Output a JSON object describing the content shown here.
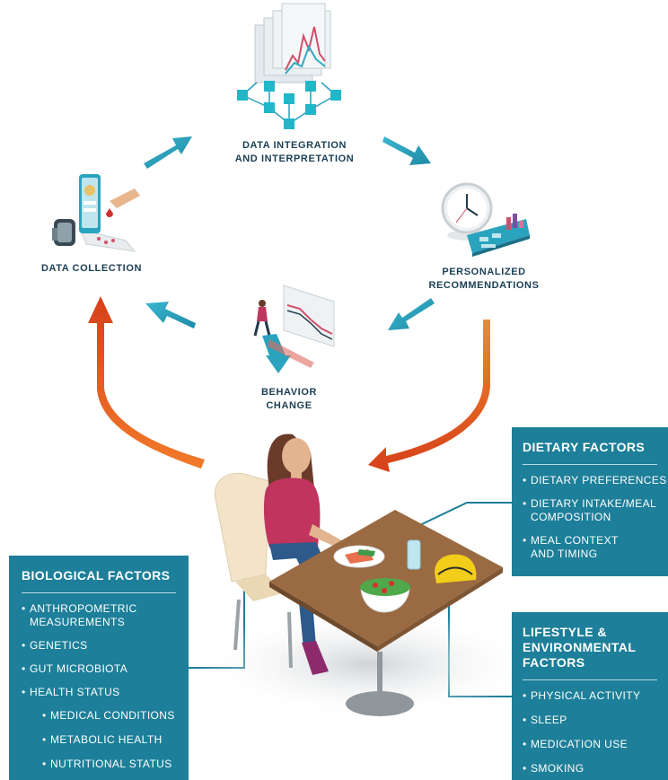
{
  "cycle": {
    "data_integration": "DATA INTEGRATION\nAND INTERPRETATION",
    "personalized": "PERSONALIZED\nRECOMMENDATIONS",
    "behavior": "BEHAVIOR\nCHANGE",
    "data_collection": "DATA COLLECTION"
  },
  "dietary": {
    "title": "DIETARY FACTORS",
    "items": [
      "DIETARY PREFERENCES",
      "DIETARY INTAKE/MEAL\nCOMPOSITION",
      "MEAL CONTEXT\nAND TIMING"
    ]
  },
  "biological": {
    "title": "BIOLOGICAL FACTORS",
    "items": [
      "ANTHROPOMETRIC\nMEASUREMENTS",
      "GENETICS",
      "GUT MICROBIOTA",
      "HEALTH STATUS"
    ],
    "subitems": [
      "MEDICAL CONDITIONS",
      "METABOLIC HEALTH",
      "NUTRITIONAL STATUS"
    ]
  },
  "lifestyle": {
    "title": "LIFESTYLE &\nENVIRONMENTAL\nFACTORS",
    "items": [
      "PHYSICAL ACTIVITY",
      "SLEEP",
      "MEDICATION USE",
      "SMOKING"
    ]
  },
  "colors": {
    "panel": "#1d7f99",
    "cycle_arrow": "#2aa3bf",
    "feedback_arrow": "#e0601f",
    "label_text": "#1b3f55"
  },
  "icons": {
    "data_integration": "data-grid-network-icon",
    "personalized": "clock-and-phone-icon",
    "behavior": "person-running-chart-icon",
    "data_collection": "wearable-devices-icon",
    "center": "woman-eating-at-table-illustration"
  }
}
